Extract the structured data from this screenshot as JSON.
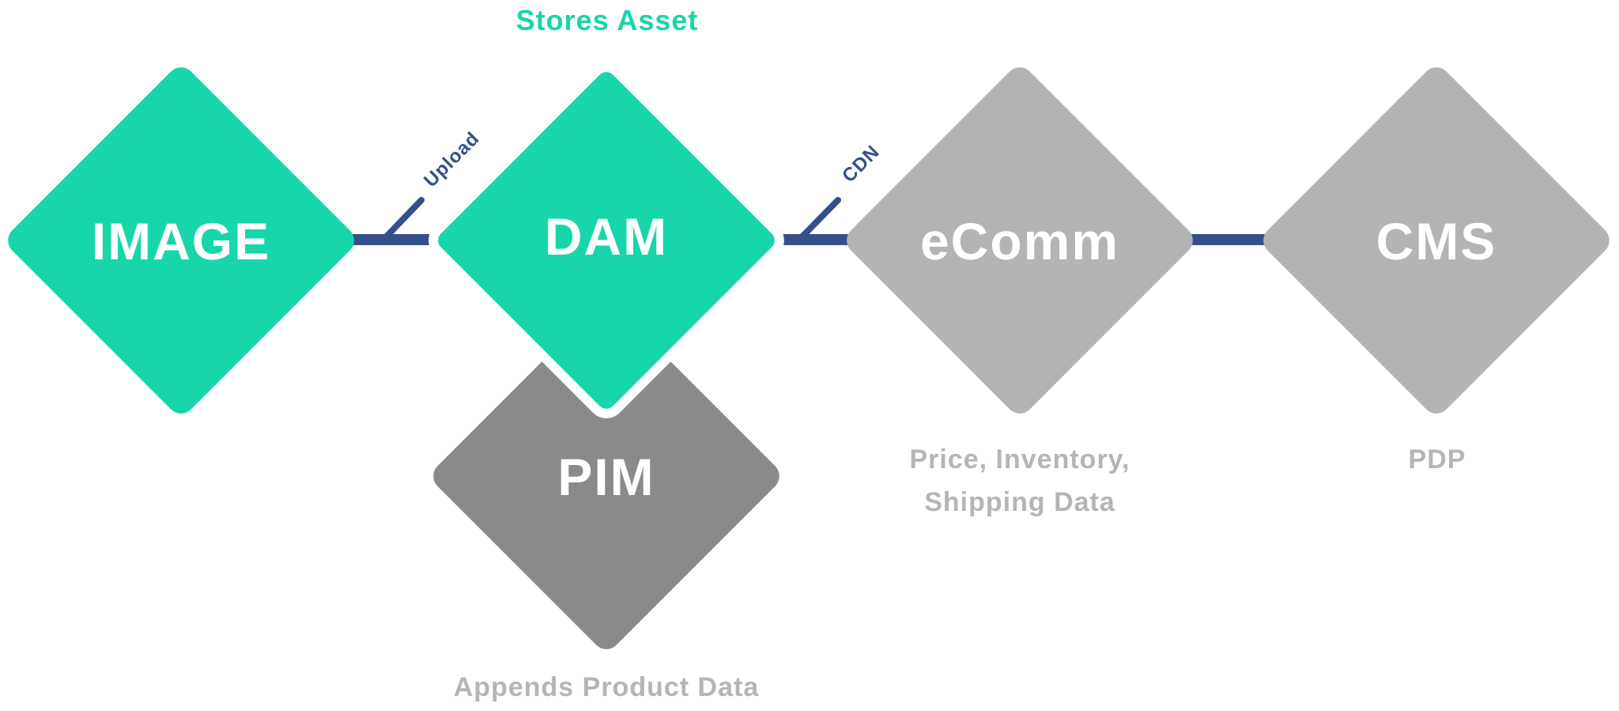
{
  "colors": {
    "active": "#16d6aa",
    "inactive": "#b4b4b4",
    "secondary": "#8a8a8a",
    "connector": "#34508a",
    "caption": "#b5b5b5"
  },
  "nodes": {
    "image": {
      "label": "IMAGE"
    },
    "dam": {
      "label": "DAM",
      "caption": "Stores Asset"
    },
    "pim": {
      "label": "PIM",
      "caption": "Appends Product Data"
    },
    "ecomm": {
      "label": "eComm",
      "caption_line1": "Price, Inventory,",
      "caption_line2": "Shipping Data"
    },
    "cms": {
      "label": "CMS",
      "caption": "PDP"
    }
  },
  "edges": {
    "image_dam": {
      "label": "Upload"
    },
    "dam_ecomm": {
      "label": "CDN"
    }
  }
}
